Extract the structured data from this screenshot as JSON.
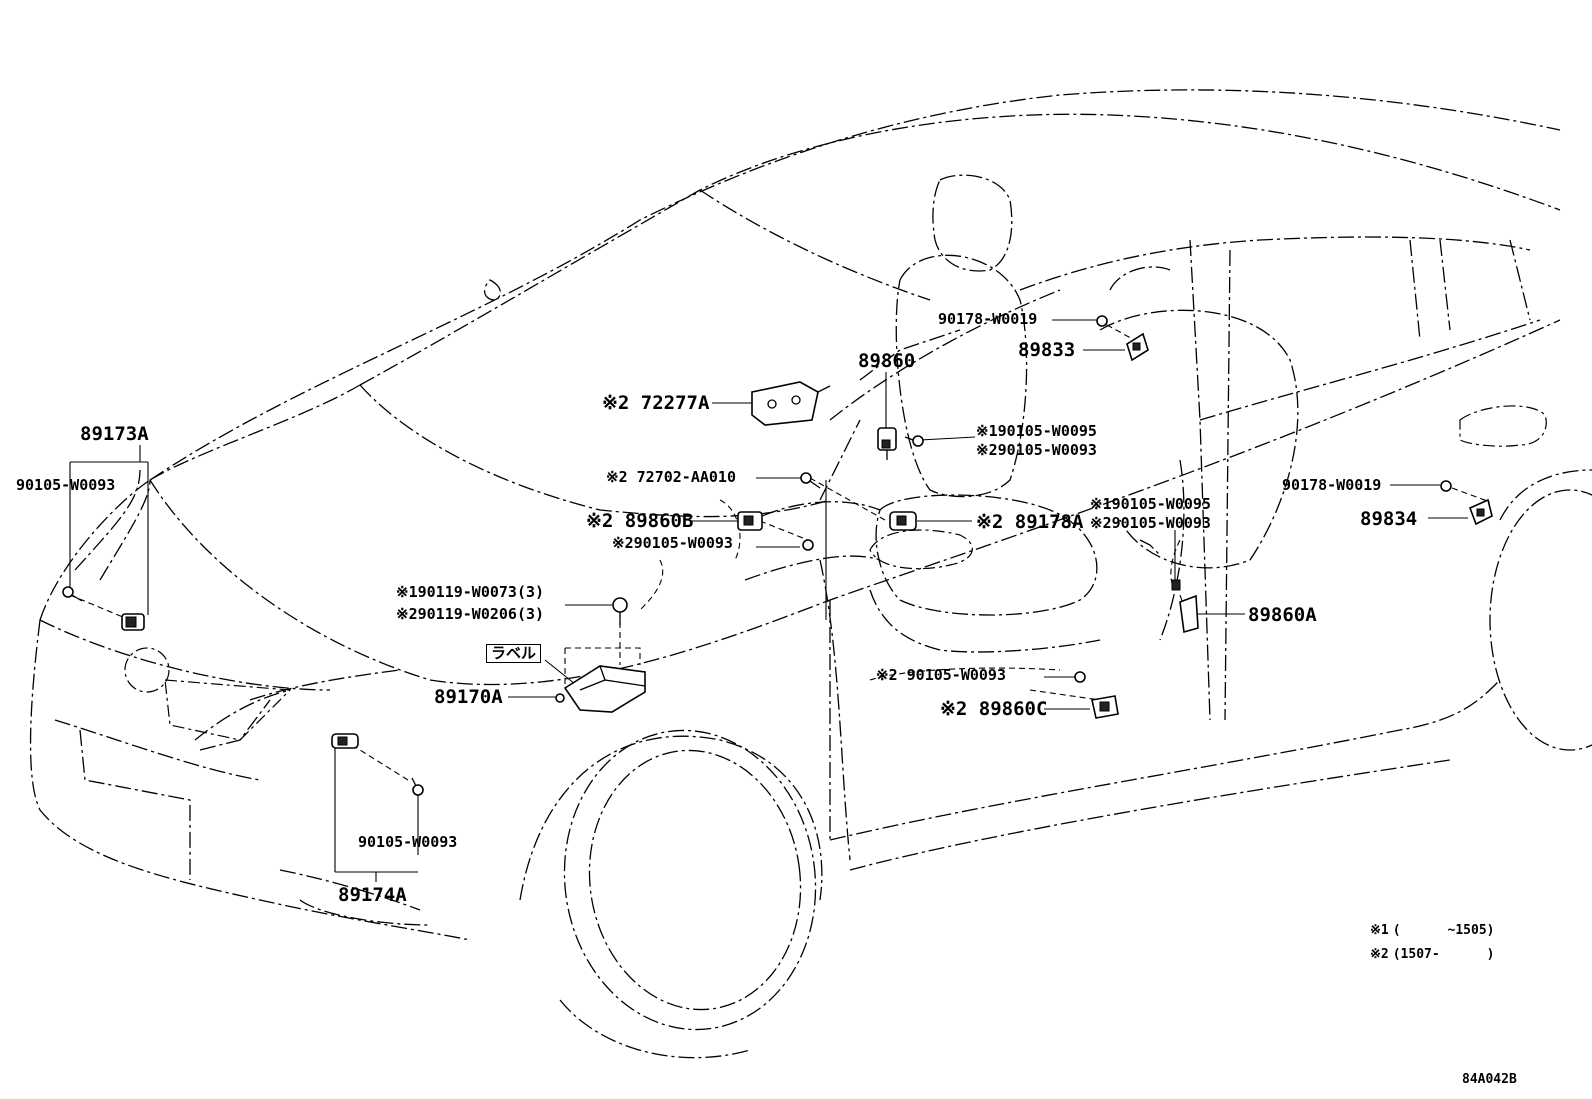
{
  "diagram_code": "84A042B",
  "legend": {
    "note1_mark": "※1",
    "note1_range": "(      ~1505)",
    "note2_mark": "※2",
    "note2_range": "(1507-      )"
  },
  "callouts": {
    "p89173A": "89173A",
    "p90105_W0093_a": "90105-W0093",
    "p90178_W0019_a": "90178-W0019",
    "p89833": "89833",
    "p89860": "89860",
    "p72277A": "※2 72277A",
    "p90105_W0095_a": "※190105-W0095",
    "p90105_W0093_b": "※290105-W0093",
    "p72702_AA010": "※2 72702-AA010",
    "p89860B": "※2 89860B",
    "p90105_W0093_c": "※290105-W0093",
    "p89178A": "※2 89178A",
    "p90105_W0095_b": "※190105-W0095",
    "p90105_W0093_d": "※290105-W0093",
    "p90178_W0019_b": "90178-W0019",
    "p89834": "89834",
    "p90119_W0073": "※190119-W0073(3)",
    "p90119_W0206": "※290119-W0206(3)",
    "p89860A": "89860A",
    "label_tag": "ラベル",
    "p89170A": "89170A",
    "p90105_W0093_e": "※2 90105-W0093",
    "p89860C": "※2 89860C",
    "p90105_W0093_f": "90105-W0093",
    "p89174A": "89174A"
  }
}
